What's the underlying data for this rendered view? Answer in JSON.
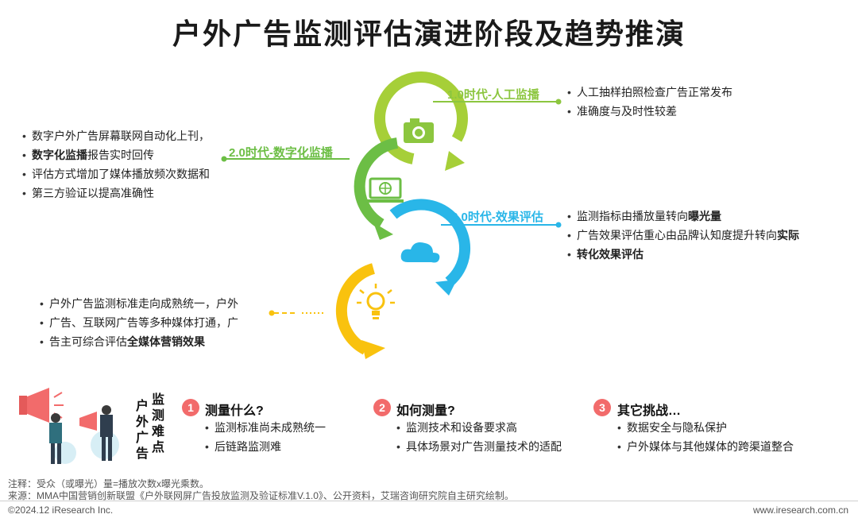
{
  "title": "户外广告监测评估演进阶段及趋势推演",
  "colors": {
    "stage1": "#8cc63f",
    "stage2": "#6cbe45",
    "stage3": "#29b6e8",
    "stage4": "#f9c20e",
    "accent": "#f26b6b"
  },
  "stages": [
    {
      "label": "1.0时代-人工监播",
      "icon": "camera-icon",
      "bullets": [
        [
          "人工抽样拍照检查广告正常发布"
        ],
        [
          "准确度与及时性较差"
        ]
      ]
    },
    {
      "label": "2.0时代-数字化监播",
      "icon": "monitor-globe-icon",
      "bullets": [
        [
          "数字户外广告屏幕联网自动化上刊，"
        ],
        [
          "数字化监播",
          "报告实时回传"
        ],
        [
          "评估方式增加了媒体播放频次数据和"
        ],
        [
          "第三方验证以提高准确性"
        ]
      ]
    },
    {
      "label": "3.0时代-效果评估",
      "icon": "cloud-icon",
      "bullets": [
        [
          "监测指标由播放量转向",
          "曝光量"
        ],
        [
          "广告效果评估重心由品牌认知度提升转向",
          "实际"
        ],
        [
          "转化效果评估"
        ]
      ]
    },
    {
      "label": "",
      "icon": "lightbulb-icon",
      "bullets": [
        [
          "户外广告监测标准走向成熟统一，户外"
        ],
        [
          "广告、互联网广告等多种媒体打通，广"
        ],
        [
          "告主可综合评估",
          "全媒体营销效果"
        ]
      ]
    }
  ],
  "difficulties": {
    "heading_col1": "户外广告",
    "heading_col2": "监测难点",
    "items": [
      {
        "num": "1",
        "title": "测量什么?",
        "points": [
          "监测标准尚未成熟统一",
          "后链路监测难"
        ]
      },
      {
        "num": "2",
        "title": "如何测量?",
        "points": [
          "监测技术和设备要求高",
          "具体场景对广告测量技术的适配"
        ]
      },
      {
        "num": "3",
        "title": "其它挑战…",
        "points": [
          "数据安全与隐私保护",
          "户外媒体与其他媒体的跨渠道整合"
        ]
      }
    ]
  },
  "notes": {
    "note": "注释：受众（或曝光）量=播放次数x曝光乘数。",
    "source": "来源：MMA中国营销创新联盟《户外联网屏广告投放监测及验证标准V.1.0》、公开资料，艾瑞咨询研究院自主研究绘制。"
  },
  "footer": {
    "left": "©2024.12 iResearch Inc.",
    "right": "www.iresearch.com.cn"
  }
}
